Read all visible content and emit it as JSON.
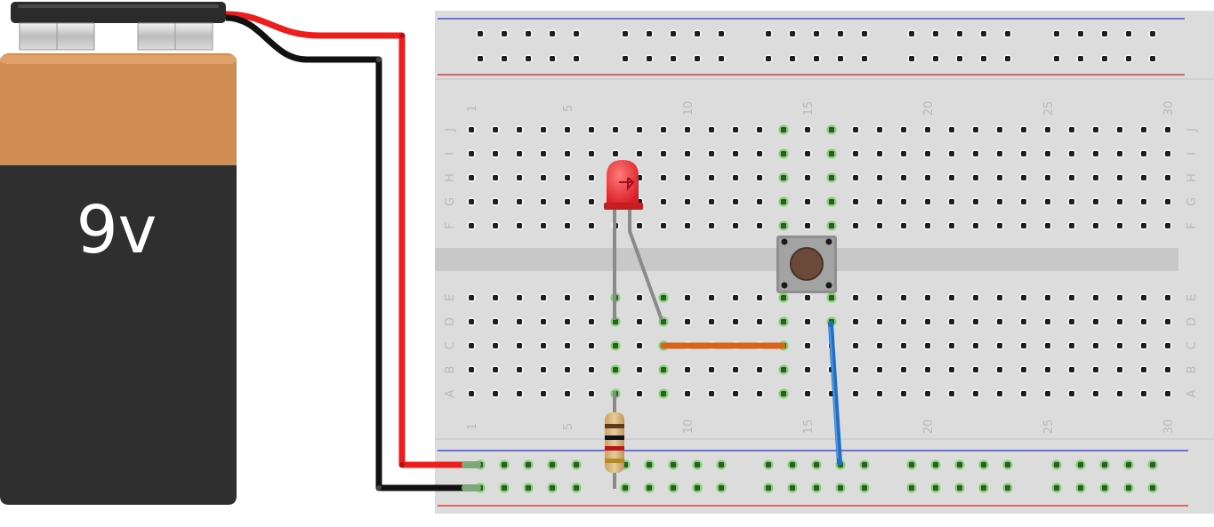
{
  "battery": {
    "label": "9v"
  },
  "breadboard": {
    "column_labels": [
      "1",
      "5",
      "10",
      "15",
      "20",
      "25",
      "30"
    ],
    "top_row_letters": [
      "J",
      "I",
      "H",
      "G",
      "F"
    ],
    "bottom_row_letters": [
      "E",
      "D",
      "C",
      "B",
      "A"
    ]
  },
  "colors": {
    "battery_copper": "#cf8c53",
    "battery_body": "#2f2f2f",
    "wire_positive": "#ee1c1c",
    "wire_negative": "#111111",
    "led": "#e8232b",
    "jumper_orange": "#d8641b",
    "jumper_blue": "#1f6fc4",
    "highlight": "#7fd16d",
    "rail_blue": "#2233cc",
    "rail_red": "#d62020"
  }
}
